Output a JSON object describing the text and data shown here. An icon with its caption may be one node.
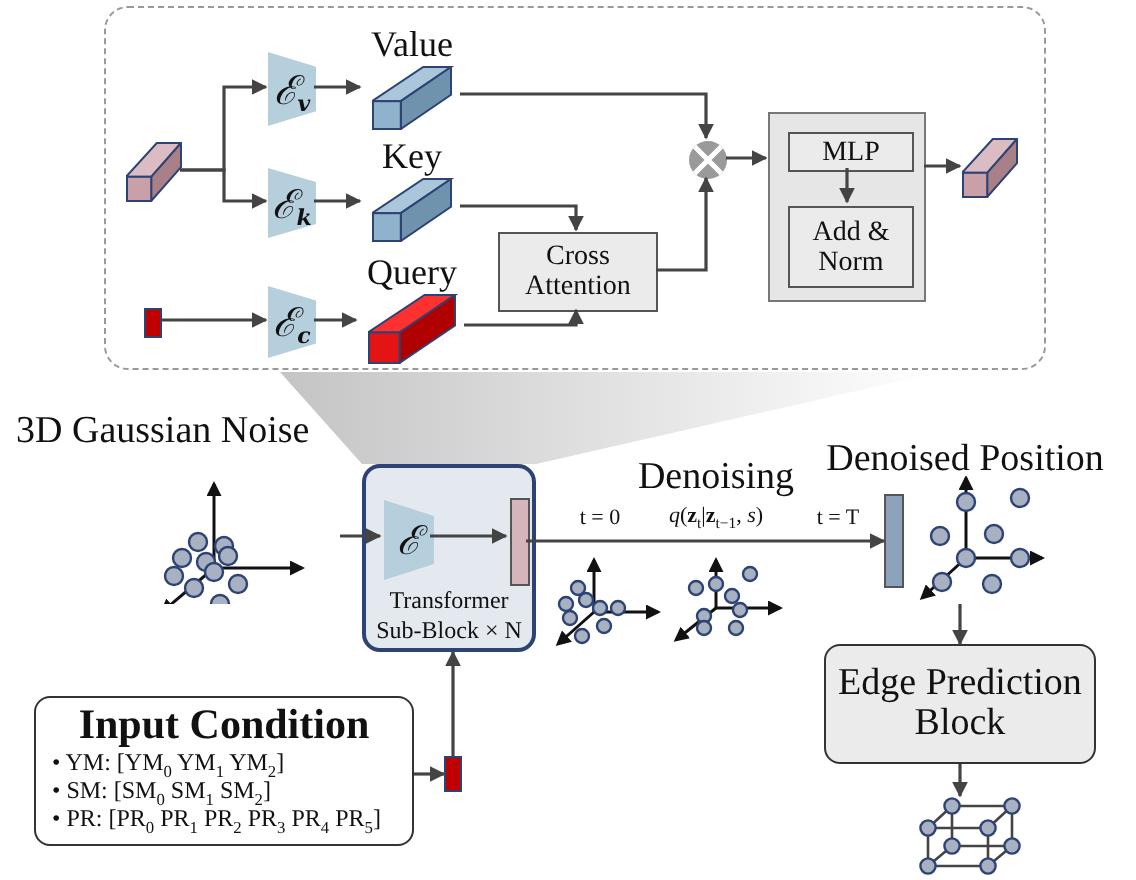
{
  "diagram": {
    "nodes": [
      {
        "text": [],
        "shape": "box"
      },
      {
        "text": [],
        "shape": "bar",
        "in": 0
      },
      {
        "text": [
          "ℰ$_{v}$"
        ],
        "in": 0
      },
      {
        "text": [
          "ℰ$_{k}$"
        ],
        "in": 0
      },
      {
        "text": [],
        "shape": "bar",
        "in": 0
      },
      {
        "text": [
          "ℰ$_{c}$"
        ],
        "in": 0
      },
      {
        "text": [
          "Value"
        ],
        "in": 0
      },
      {
        "text": [
          "Key"
        ],
        "in": 0
      },
      {
        "text": [
          "Query"
        ],
        "in": 0
      },
      {
        "text": [
          "Cross Attention"
        ],
        "in": 0
      },
      {
        "text": [],
        "shape": "circle",
        "in": 0
      },
      {
        "text": [],
        "shape": "box",
        "in": 0
      },
      {
        "text": [
          "MLP"
        ],
        "in": 11
      },
      {
        "text": [
          "Add & Norm"
        ],
        "in": 11
      },
      {
        "text": [],
        "shape": "bar",
        "in": 0
      },
      {
        "text": [
          "3D Gaussian Noise"
        ]
      },
      {
        "text": [
          "Transformer Sub-Block × N"
        ]
      },
      {
        "text": [
          "ℰ"
        ],
        "in": 16
      },
      {
        "text": [],
        "shape": "bar",
        "in": 16
      },
      {
        "text": [],
        "shape": "bar"
      },
      {
        "text": [],
        "shape": "picture"
      },
      {
        "text": [
          "Edge Prediction Block"
        ]
      },
      {
        "text": [],
        "shape": "picture"
      },
      {
        "text": [
          "Input Condition",
          "• YM: [YM$_{0}$ YM$_{1}$ YM$_{2}$]",
          "• SM: [SM$_{0}$ SM$_{1}$ SM$_{2}$]",
          "• PR: [PR$_{0}$ PR$_{1}$ PR$_{2}$ PR$_{3}$ PR$_{4}$ PR$_{5}$]"
        ]
      },
      {
        "text": [],
        "shape": "bar"
      },
      {
        "text": [],
        "shape": "trapezoid"
      },
      {
        "text": [],
        "shape": "picture"
      },
      {
        "text": [],
        "shape": "picture"
      }
    ],
    "edges": [
      {
        "from": 1,
        "to": 2,
        "arrow": "to"
      },
      {
        "from": 1,
        "to": 3,
        "arrow": "to"
      },
      {
        "from": 2,
        "to": 6,
        "arrow": "to"
      },
      {
        "from": 3,
        "to": 7,
        "arrow": "to"
      },
      {
        "from": 4,
        "to": 5,
        "arrow": "to"
      },
      {
        "from": 5,
        "to": 8,
        "arrow": "to"
      },
      {
        "from": 7,
        "to": 9,
        "arrow": "to"
      },
      {
        "from": 8,
        "to": 9,
        "arrow": "to"
      },
      {
        "from": 6,
        "to": 10,
        "arrow": "to"
      },
      {
        "from": 9,
        "to": 10,
        "arrow": "to"
      },
      {
        "from": 10,
        "to": 11,
        "arrow": "to"
      },
      {
        "from": 12,
        "to": 13,
        "arrow": "to"
      },
      {
        "from": 11,
        "to": 14,
        "arrow": "to"
      },
      {
        "from": 15,
        "to": 17,
        "arrow": "to"
      },
      {
        "from": 17,
        "to": 18,
        "arrow": "to"
      },
      {
        "from": 18,
        "to": 19,
        "arrow": "to"
      },
      {
        "from": 20,
        "to": 21,
        "arrow": "to"
      },
      {
        "from": 21,
        "to": 22,
        "arrow": "to"
      },
      {
        "from": 23,
        "to": 24,
        "arrow": "to"
      },
      {
        "from": 24,
        "to": 16,
        "arrow": "to"
      }
    ],
    "labels": [
      "Denoised Position",
      "Denoising",
      "t = 0",
      "*q*(**z**$_{t}$|**z**$_{t−1}$, *s*)",
      "t = T"
    ]
  }
}
